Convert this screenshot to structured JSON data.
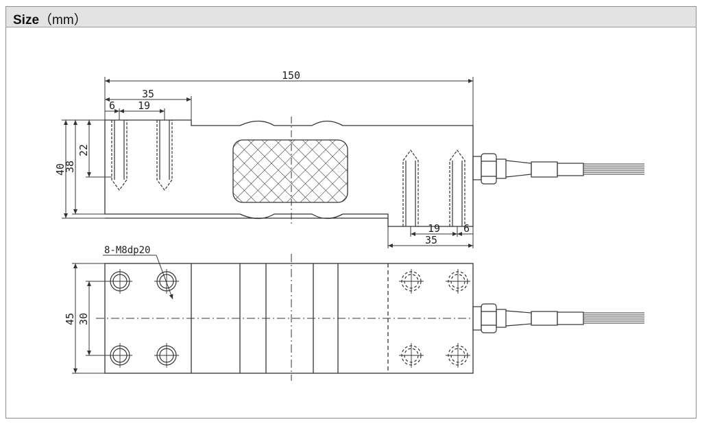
{
  "header": {
    "title": "Size",
    "unit": "（mm）"
  },
  "colors": {
    "line": "#333333",
    "header_bg": "#e3e3e3"
  },
  "dimensions": {
    "total_length": "150",
    "left_mount_span": "35",
    "left_edge_to_hole": "6",
    "left_hole_pitch": "19",
    "thread_depth": "22",
    "body_height": "38",
    "total_height": "40",
    "right_hole_pitch": "19",
    "right_edge_to_hole": "6",
    "right_mount_span": "35",
    "hole_spec": "8-M8dp20",
    "width": "45",
    "hole_spacing_width": "30"
  }
}
